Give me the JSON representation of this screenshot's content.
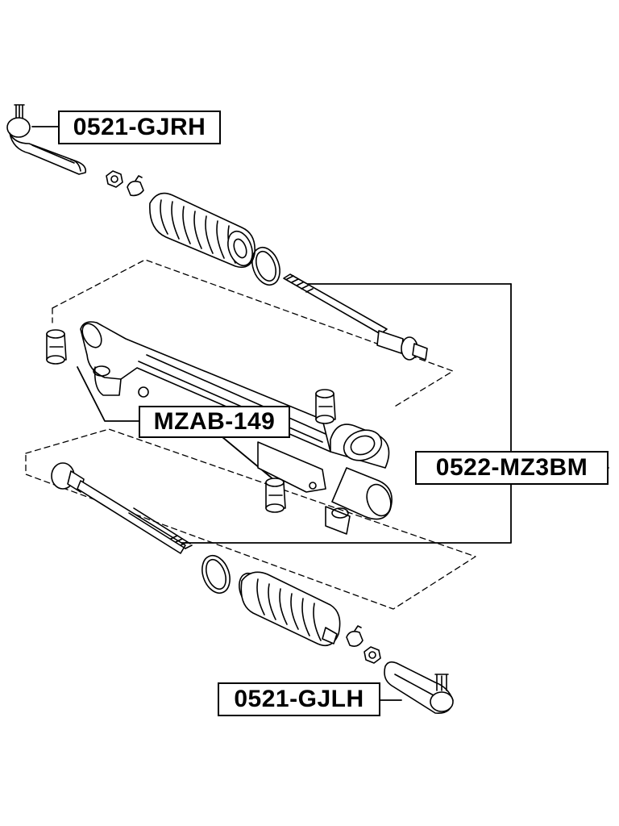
{
  "diagram": {
    "labels": {
      "tie_rod_end_right": "0521-GJRH",
      "rack_bushing": "MZAB-149",
      "inner_tie_rod": "0522-MZ3BM",
      "tie_rod_end_left": "0521-GJLH"
    },
    "colors": {
      "line": "#000000",
      "background": "#ffffff"
    },
    "icon_names": [
      "tie-rod-end-icon",
      "nut-icon",
      "clamp-icon",
      "boot-icon",
      "ring-icon",
      "inner-tie-rod-icon",
      "rack-housing-icon",
      "bushing-icon"
    ]
  }
}
